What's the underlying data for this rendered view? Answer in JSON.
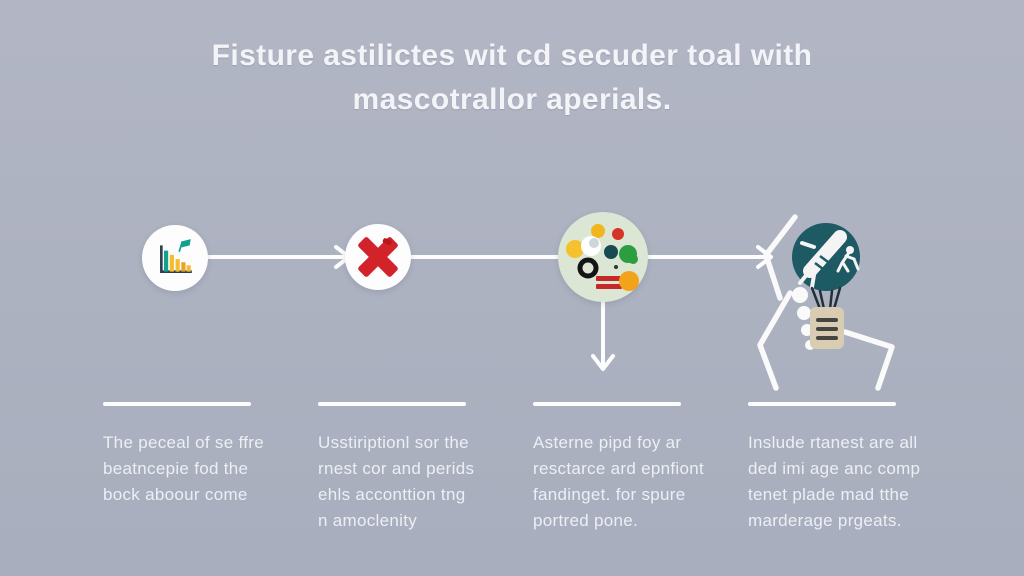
{
  "title": {
    "text": "Fisture astilictes wit cd secuder toal with\nmascotrallor aperials."
  },
  "flow": {
    "nodes": [
      {
        "name": "chart-step",
        "icon": "bar-chart-icon"
      },
      {
        "name": "rejected-step",
        "icon": "x-mark-icon"
      },
      {
        "name": "materials-step",
        "icon": "scattered-items-icon"
      },
      {
        "name": "balloon-step",
        "icon": "hot-air-balloon-icon"
      }
    ],
    "connectors": [
      "arrow-right-1-2",
      "arrow-right-2-4",
      "arrow-down-from-3"
    ]
  },
  "captions": [
    {
      "text": "The peceal of se ffre\nbeatncepie fod the\nbock aboour come"
    },
    {
      "text": "Usstiriptionl sor the\nrnest cor and perids\nehls acconttion tng\nn amoclenity"
    },
    {
      "text": "Asterne pipd foy ar\nresctarce ard epnfiont\nfandinget. for spure\nportred pone."
    },
    {
      "text": "Inslude rtanest are all\nded imi age anc comp\ntenet plade mad tthe\nmarderage prgeats."
    }
  ],
  "colors": {
    "background": "#adb2c1",
    "title_text": "#f3f4f8",
    "caption_text": "#edeff5",
    "connector_white": "#ffffff",
    "x_mark_red": "#d2232a",
    "chart_teal": "#12a08f",
    "chart_yellow": "#f4bc2f",
    "chart_orange": "#eda02a",
    "items_circle_bg": "#dbe6d4",
    "items_green": "#2d9e3f",
    "items_red": "#d63428",
    "balloon_teal": "#1e5a64",
    "basket_tan": "#d8cdb2"
  }
}
